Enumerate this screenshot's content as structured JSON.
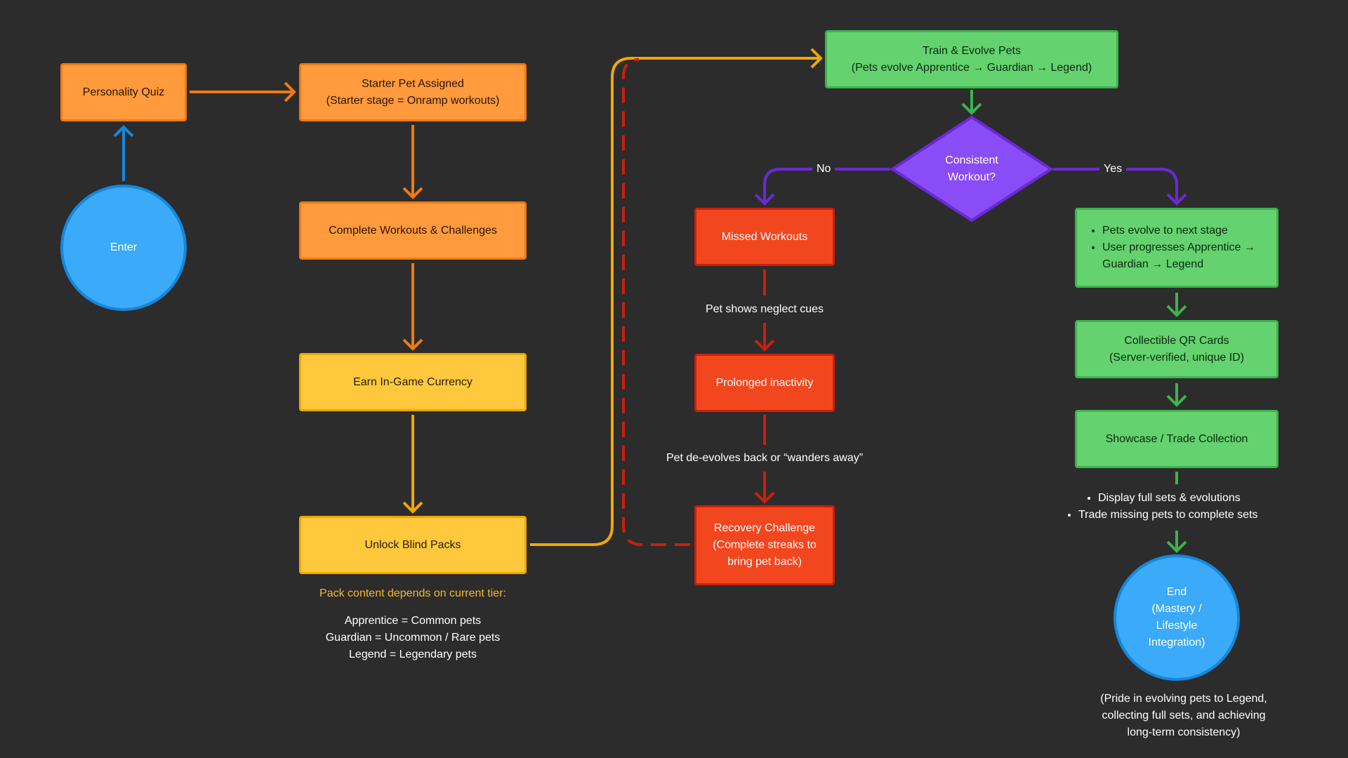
{
  "nodes": {
    "enter": "Enter",
    "personality_quiz": "Personality Quiz",
    "starter_pet": {
      "line1": "Starter Pet Assigned",
      "line2": "(Starter stage = Onramp workouts)"
    },
    "complete_workouts": "Complete Workouts & Challenges",
    "earn_currency": "Earn In-Game Currency",
    "unlock_packs": "Unlock Blind Packs",
    "train_evolve": {
      "line1": "Train & Evolve Pets",
      "line2": "(Pets evolve Apprentice → Guardian → Legend)"
    },
    "consistent_workout": {
      "line1": "Consistent",
      "line2": "Workout?"
    },
    "missed_workouts": "Missed Workouts",
    "prolonged_inactivity": "Prolonged inactivity",
    "recovery_challenge": {
      "line1": "Recovery Challenge",
      "line2": "(Complete streaks to",
      "line3": "bring pet back)"
    },
    "pets_evolve": {
      "bullet1": "Pets evolve to next stage",
      "bullet2": "User progresses Apprentice →",
      "bullet2b": "Guardian → Legend"
    },
    "qr_cards": {
      "line1": "Collectible QR Cards",
      "line2": "(Server-verified, unique ID)"
    },
    "showcase": "Showcase / Trade Collection",
    "end": {
      "line1": "End",
      "line2": "(Mastery /",
      "line3": "Lifestyle",
      "line4": "Integration)"
    }
  },
  "labels": {
    "no": "No",
    "yes": "Yes",
    "neglect": "Pet shows neglect cues",
    "devolve": "Pet de-evolves back or “wanders away”",
    "pack_header": "Pack content depends on current tier:",
    "tier1": "Apprentice = Common pets",
    "tier2": "Guardian = Uncommon / Rare pets",
    "tier3": "Legend = Legendary pets",
    "showcase_b1": "Display full sets & evolutions",
    "showcase_b2": "Trade missing pets to complete sets",
    "end_note1": "(Pride in evolving pets to Legend,",
    "end_note2": "collecting full sets, and achieving",
    "end_note3": "long-term consistency)"
  },
  "colors": {
    "orange": "#ff9a3d",
    "yellow": "#ffc83d",
    "green": "#64d26f",
    "red": "#f2461f",
    "blue": "#3aaaf9",
    "purple": "#8a4cf7",
    "background": "#2c2c2c",
    "pack_header_text": "#f5b82e"
  }
}
